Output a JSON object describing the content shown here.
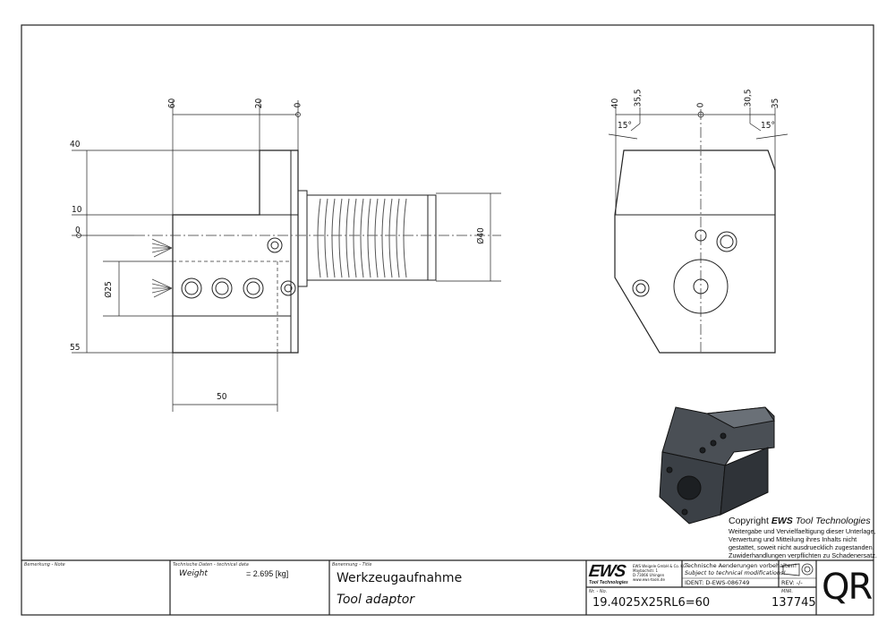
{
  "front_view": {
    "top_dims": [
      "60",
      "20",
      "0"
    ],
    "left_dims": [
      "40",
      "10",
      "0",
      "55"
    ],
    "diameter_small": "Ø25",
    "diameter_large": "Ø40",
    "bottom_dim": "50"
  },
  "side_view": {
    "top_dims": [
      "40",
      "35,5",
      "0",
      "30,5",
      "35"
    ],
    "angle_left": "15°",
    "angle_right": "15°"
  },
  "copyright": {
    "title_prefix": "Copyright",
    "brand": "EWS",
    "title_suffix": "Tool Technologies",
    "lines": [
      "Weitergabe und Vervielfaeltigung dieser Unterlage,",
      "Verwertung und Mitteilung ihres Inhalts nicht",
      "gestattet, soweit nicht ausdruecklich zugestanden.",
      "Zuwiderhandlungen verpflichten zu Schadenersatz."
    ]
  },
  "title_block": {
    "note_label": "Bemerkung - Note",
    "tech_label": "Technische Daten - technical data",
    "weight_label": "Weight",
    "weight_value": "= 2.695 [kg]",
    "title_label": "Benennung - Title",
    "title_de": "Werkzeugaufnahme",
    "title_en": "Tool adaptor",
    "logo_text": "EWS",
    "logo_sub": "Tool Technologies",
    "company_lines": [
      "EWS Weigele GmbH & Co. KG",
      "Maybachstr. 1",
      "D-73066 Uhingen",
      "www.ews-tools.de"
    ],
    "change_de": "Technische Aenderungen vorbehalten!",
    "change_en": "Subject to technical modifications!",
    "ident": "IDENT:  D-EWS-086749",
    "rev": "REV:  -/-",
    "nr_label": "Nr. - No.",
    "part_number": "19.4025X25RL6=60",
    "mnr_label": "MNR.",
    "mnr": "137745",
    "qr": "QR"
  }
}
